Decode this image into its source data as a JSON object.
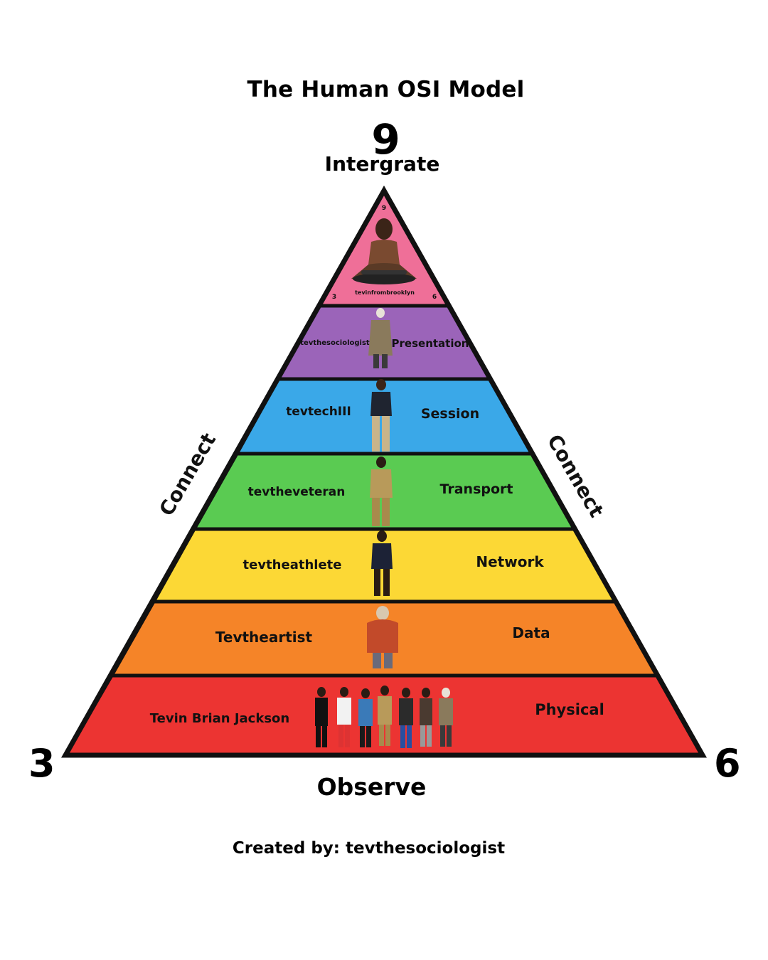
{
  "title": "The Human OSI Model",
  "apex": {
    "number": "9",
    "label": "Intergrate"
  },
  "corners": {
    "left_number": "3",
    "right_number": "6"
  },
  "base_label": "Observe",
  "side_labels": {
    "left": "Connect",
    "right": "Connect"
  },
  "credit": "Created by: tevthesociologist",
  "top_tier": {
    "color": "#ef6f98",
    "corner_top": "9",
    "corner_left": "3",
    "corner_right": "6",
    "caption": "tevinfrombrooklyn"
  },
  "layers": [
    {
      "persona": "tevthesociologist",
      "layer": "Presentation",
      "color": "#9b64b9"
    },
    {
      "persona": "tevtechIII",
      "layer": "Session",
      "color": "#3aa8e8"
    },
    {
      "persona": "tevtheveteran",
      "layer": "Transport",
      "color": "#5acb52"
    },
    {
      "persona": "tevtheathlete",
      "layer": "Network",
      "color": "#fcd835"
    },
    {
      "persona": "Tevtheartist",
      "layer": "Data",
      "color": "#f58428"
    },
    {
      "persona": "Tevin Brian Jackson",
      "layer": "Physical",
      "color": "#ec3432"
    }
  ]
}
